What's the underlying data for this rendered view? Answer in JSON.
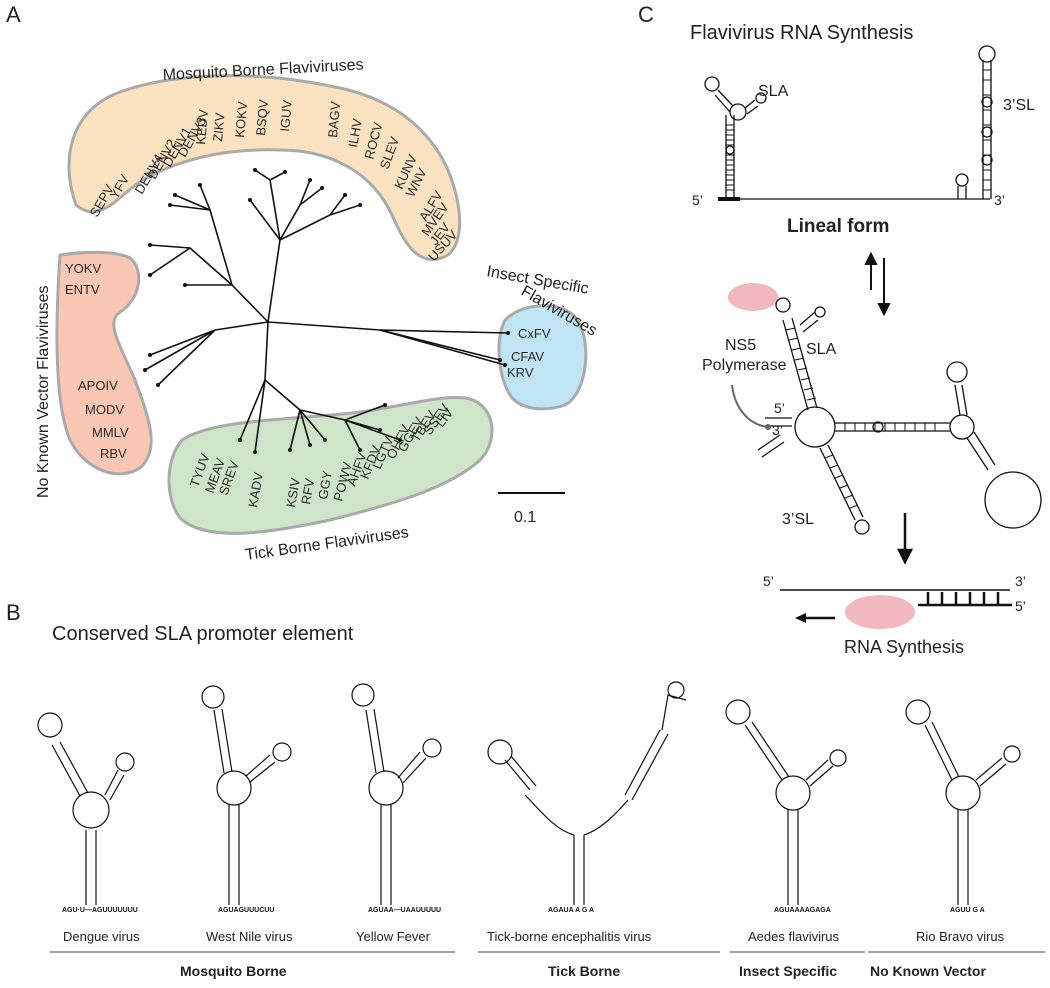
{
  "panels": {
    "a": {
      "letter": "A",
      "groups": {
        "mosquito": {
          "label": "Mosquito Borne Flaviviruses",
          "fill": "#fbe3c2",
          "viruses": [
            "SEPV",
            "YFV",
            "DENV4",
            "DENV2",
            "DENV1",
            "DENV3",
            "KEDV",
            "ZIKV",
            "KOKV",
            "BSQV",
            "IGUV",
            "BAGV",
            "ILHV",
            "ROCV",
            "SLEV",
            "KUNV",
            "WNV",
            "ALFV",
            "MVEV",
            "JEV",
            "USUV"
          ]
        },
        "no_vector": {
          "label": "No Known Vector Flaviviruses",
          "fill": "#f9c7b3",
          "viruses": [
            "YOKV",
            "ENTV",
            "APOIV",
            "MODV",
            "MMLV",
            "RBV"
          ]
        },
        "insect": {
          "label_line1": "Insect Specific",
          "label_line2": "Flaviviruses",
          "fill": "#bfe4f4",
          "viruses": [
            "CxFV",
            "CFAV",
            "KRV"
          ]
        },
        "tick": {
          "label": "Tick Borne Flaviviruses",
          "fill": "#cfe5c9",
          "viruses": [
            "TYUV",
            "MEAV",
            "SREV",
            "KADV",
            "KSIV",
            "RFV",
            "GGY",
            "POWV",
            "AHFV",
            "KFDV",
            "LGTV",
            "OHFV",
            "GGEV",
            "TBEV",
            "SSEV",
            "LIV"
          ]
        }
      },
      "scale_bar": "0.1"
    },
    "b": {
      "letter": "B",
      "title": "Conserved SLA promoter element",
      "structures": [
        {
          "name": "Dengue virus",
          "tail": "AGU·U—AGUUUUUUU"
        },
        {
          "name": "West Nile virus",
          "tail": "AGUAGUUUCUU"
        },
        {
          "name": "Yellow Fever",
          "tail": "AGUAA—UAAUUUUU"
        },
        {
          "name": "Tick-borne encephalitis virus",
          "tail": "AGAUA A G A"
        },
        {
          "name": "Aedes flavivirus",
          "tail": "AGUAAAAGAGA"
        },
        {
          "name": "Rio Bravo virus",
          "tail": "AGUU G A"
        }
      ],
      "groups": [
        "Mosquito Borne",
        "Tick Borne",
        "Insect Specific",
        "No Known Vector"
      ]
    },
    "c": {
      "letter": "C",
      "title": "Flavivirus RNA Synthesis",
      "sla": "SLA",
      "sl3": "3’SL",
      "five": "5’",
      "three": "3’",
      "linear": "Lineal form",
      "ns5_line1": "NS5",
      "ns5_line2": "Polymerase",
      "synthesis": "RNA Synthesis"
    }
  },
  "colors": {
    "polymerase": "#f2b8bf",
    "tree": "#111111",
    "outline": "#aaaaaa"
  }
}
